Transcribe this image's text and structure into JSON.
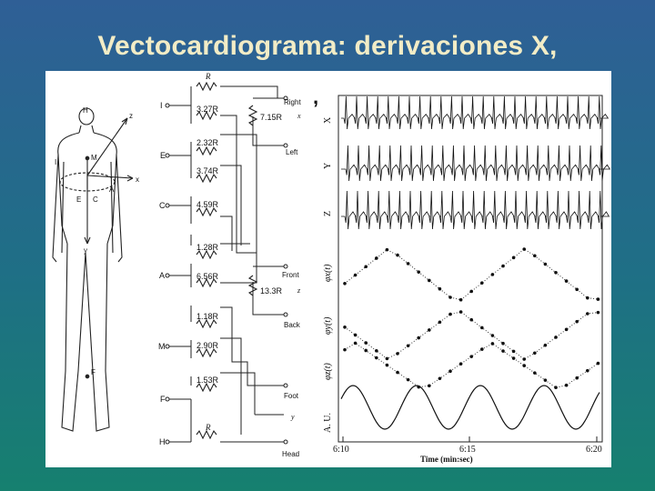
{
  "slide": {
    "title": "Vectocardiograma: derivaciones X,",
    "title_fragment": ","
  },
  "body_diagram": {
    "points": [
      "H",
      "I",
      "M",
      "E",
      "C",
      "A",
      "F"
    ],
    "axes": [
      "x",
      "y",
      "z"
    ]
  },
  "network": {
    "inputs": [
      "I",
      "E",
      "C",
      "A",
      "M",
      "F",
      "H"
    ],
    "resistors": [
      "R",
      "3.27R",
      "7.15R",
      "2.32R",
      "3.74R",
      "4.59R",
      "1.28R",
      "6.56R",
      "13.3R",
      "1.18R",
      "2.90R",
      "1.53R",
      "R"
    ],
    "outputs": [
      "Right",
      "Left",
      "Front",
      "Back",
      "Foot",
      "Head"
    ],
    "output_axes": [
      "x",
      "z",
      "y"
    ]
  },
  "recording": {
    "rows": [
      "X",
      "Y",
      "Z",
      "φx(t)",
      "φy(t)",
      "φz(t)",
      "A. U."
    ],
    "x_ticks": [
      "6:10",
      "6:15",
      "6:20"
    ],
    "x_label": "Time (min:sec)"
  },
  "colors": {
    "title": "#f2ecc6",
    "panel": "#ffffff",
    "ink": "#111111"
  }
}
